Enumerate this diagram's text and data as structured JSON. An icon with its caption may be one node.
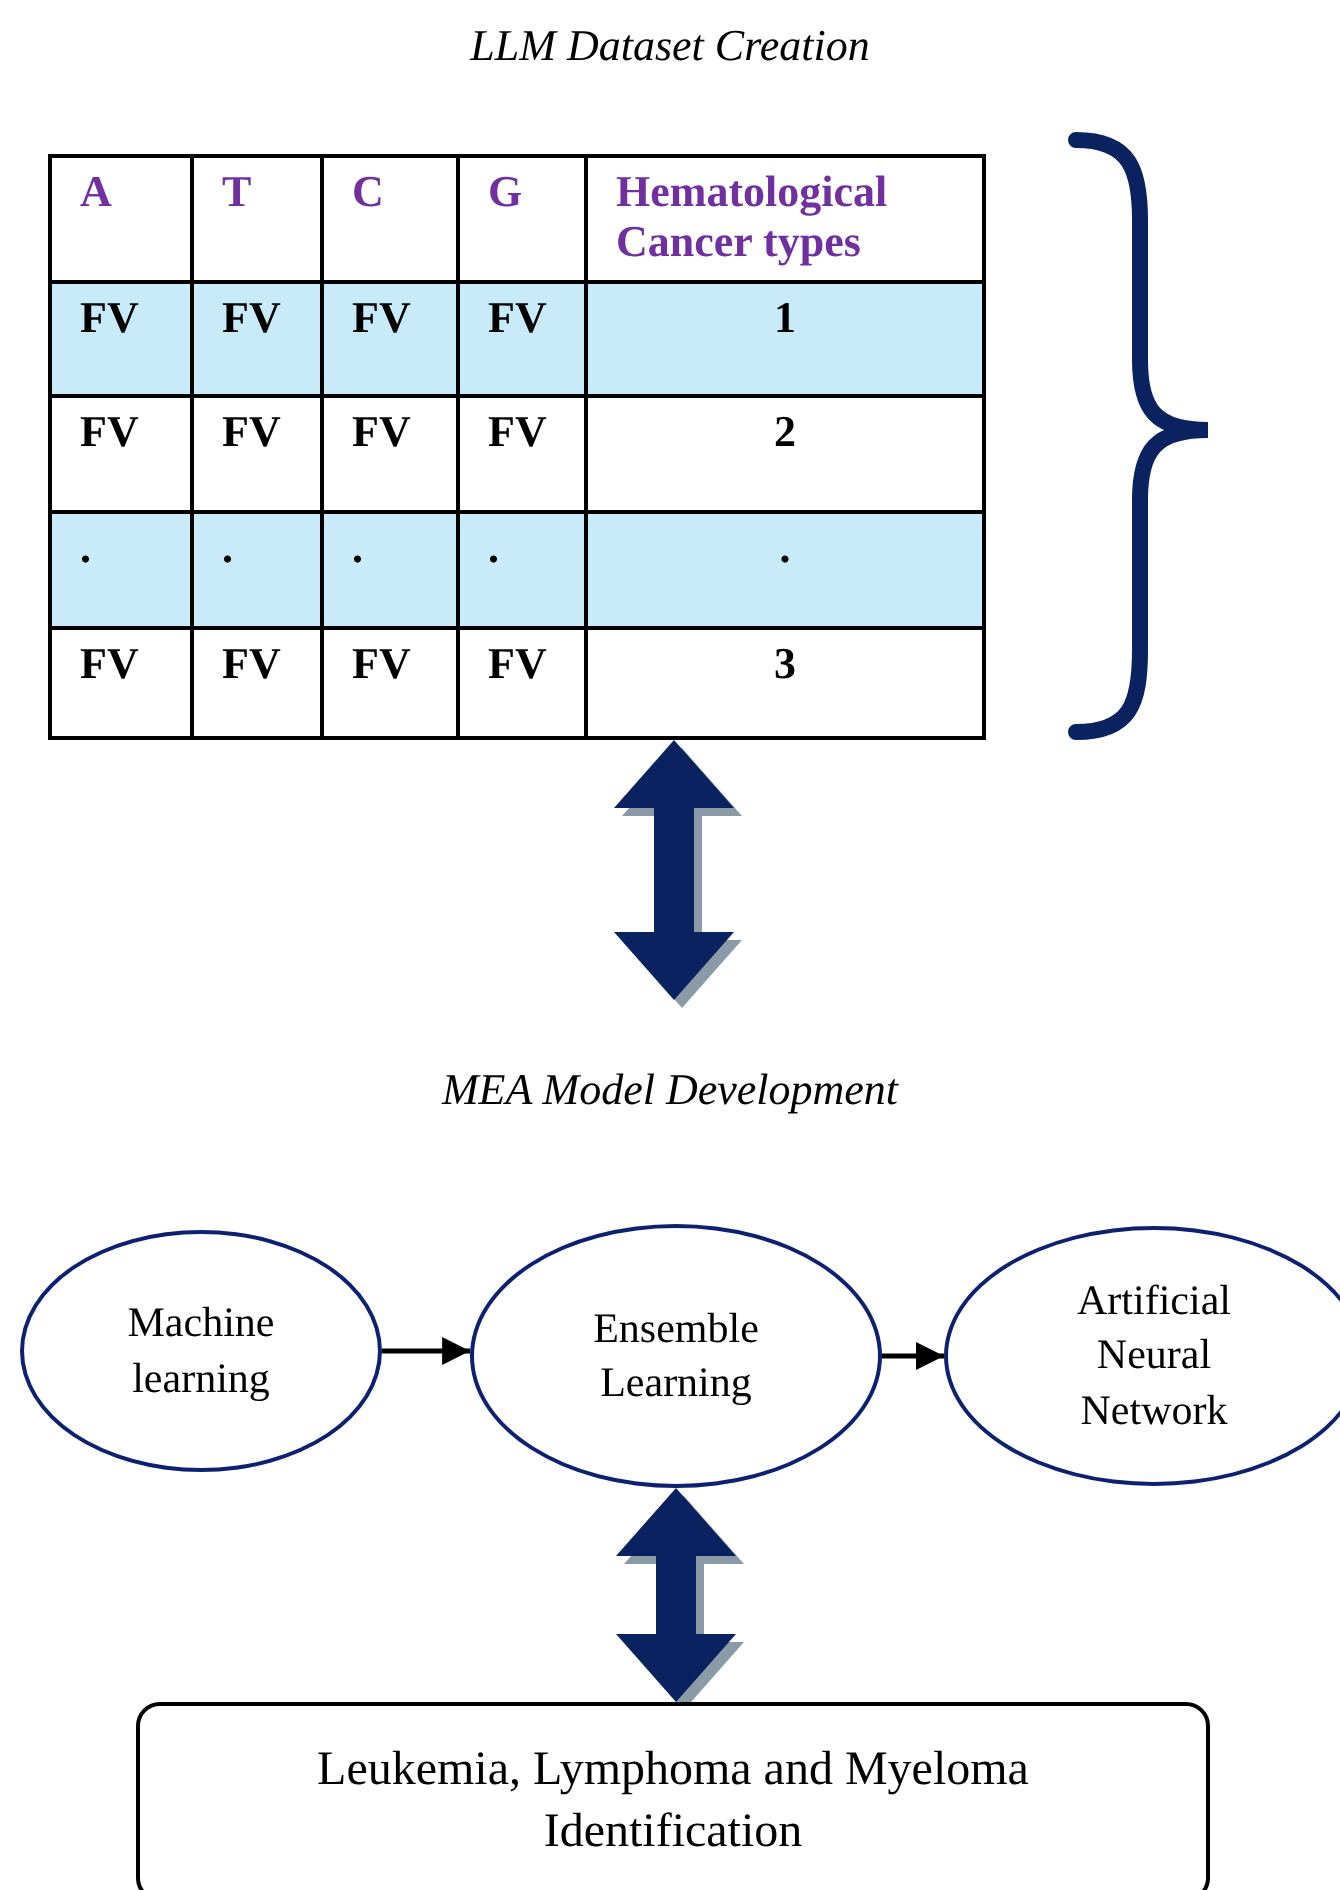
{
  "diagram": {
    "title": "LLM Dataset Creation",
    "nodes": [
      {
        "text": [],
        "shape": "box"
      },
      {
        "text": [
          "Machine learning"
        ]
      },
      {
        "text": [
          "Ensemble Learning"
        ]
      },
      {
        "text": [
          "Artificial Neural Network"
        ]
      },
      {
        "text": [
          "Leukemia, Lymphoma and Myeloma Identification"
        ]
      }
    ],
    "edges": [
      {
        "from": 0,
        "to": null,
        "arrow": "both",
        "style": "thick",
        "color": "#0b2260"
      },
      {
        "from": 1,
        "to": 2,
        "arrow": "to",
        "color": "#000000"
      },
      {
        "from": 2,
        "to": 3,
        "arrow": "to",
        "color": "#000000"
      },
      {
        "from": 2,
        "to": 4,
        "arrow": "both",
        "style": "thick",
        "color": "#0b2260"
      }
    ],
    "labels": [
      "A",
      "T",
      "C",
      "G",
      "Hematological Cancer types",
      "FV",
      "FV",
      "FV",
      "FV",
      "1",
      "FV",
      "FV",
      "FV",
      "FV",
      "2",
      ".",
      ".",
      ".",
      ".",
      ".",
      "FV",
      "FV",
      "FV",
      "FV",
      "3",
      "MEA Model Development"
    ]
  }
}
